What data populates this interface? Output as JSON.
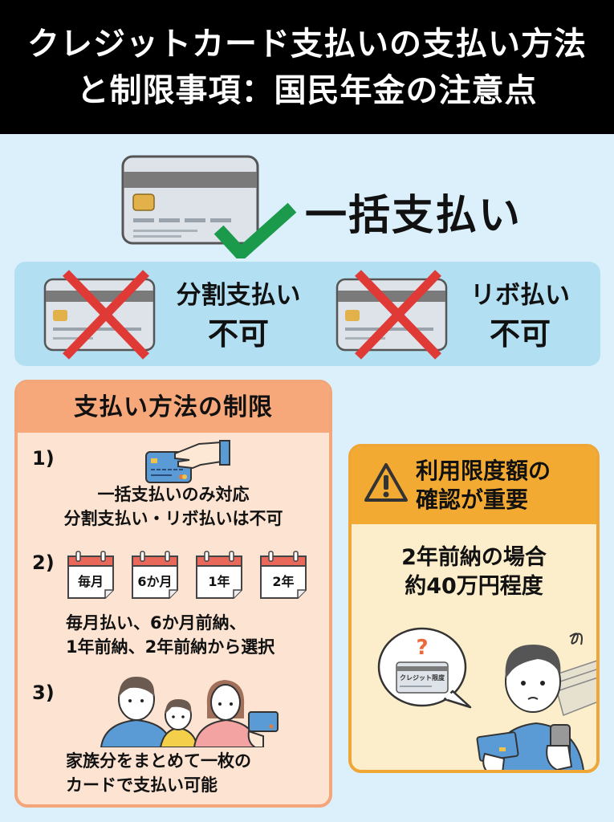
{
  "header": {
    "title_line1": "クレジットカード支払いの支払い方法",
    "title_line2": "と制限事項：国民年金の注意点"
  },
  "top": {
    "label": "一括支払い",
    "icon": "credit-card-check-icon",
    "check_color": "#1a9a4a"
  },
  "not_allowed": {
    "items": [
      {
        "line1": "分割支払い",
        "line2": "不可",
        "icon": "credit-card-cross-icon"
      },
      {
        "line1": "リボ払い",
        "line2": "不可",
        "icon": "credit-card-cross-icon"
      }
    ],
    "cross_color": "#e03a36",
    "band_color": "#b3dff2"
  },
  "restrictions": {
    "title": "支払い方法の制限",
    "items": [
      {
        "number": "1)",
        "icon": "hand-card-icon",
        "lines": [
          "一括支払いのみ対応",
          "分割支払い・リボ払いは不可"
        ]
      },
      {
        "number": "2)",
        "icon": "calendar-icon",
        "calendars": [
          "毎月",
          "6か月",
          "1年",
          "2年"
        ],
        "lines": [
          "毎月払い、6か月前納、",
          "1年前納、2年前納から選択"
        ]
      },
      {
        "number": "3)",
        "icon": "family-card-icon",
        "lines": [
          "家族分をまとめて一枚の",
          "カードで支払い可能"
        ]
      }
    ],
    "header_color": "#f6a87a",
    "body_color": "#fde4d2"
  },
  "limit_warning": {
    "title_lines": [
      "利用限度額の",
      "確認が重要"
    ],
    "icon": "warning-icon",
    "body_lines": [
      "2年前納の場合",
      "約40万円程度"
    ],
    "illustration": "worried-person-card-icon",
    "bubble_card_text": "クレジット限度",
    "header_color": "#f2aa33",
    "body_color": "#fdeecb"
  },
  "colors": {
    "background": "#dcf0fc",
    "header_bg": "#000000"
  }
}
